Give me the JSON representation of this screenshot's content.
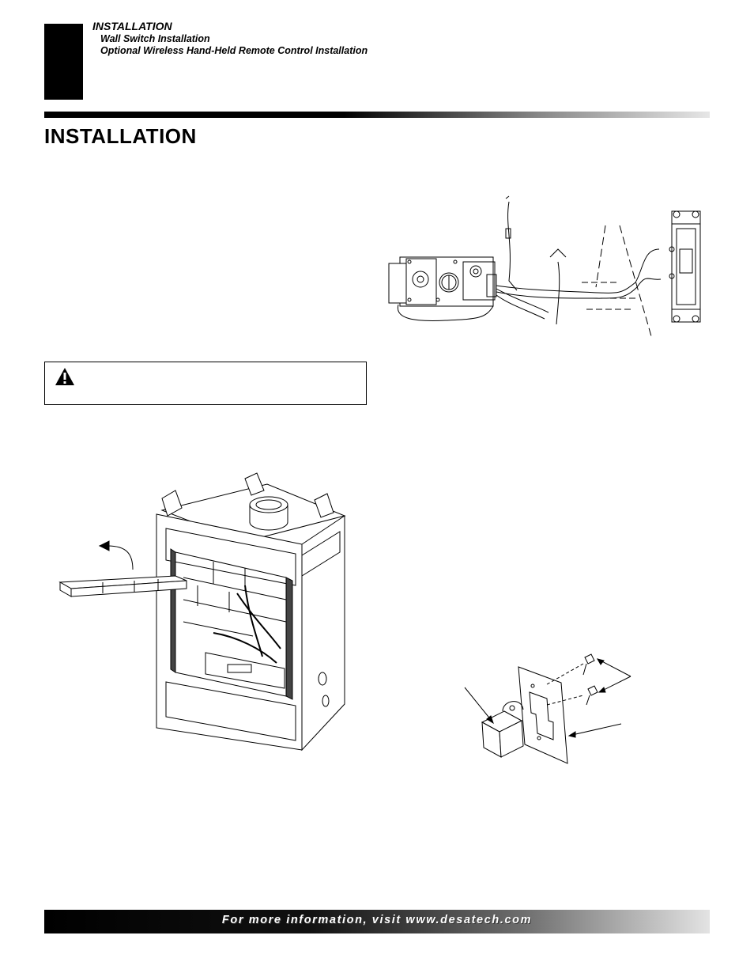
{
  "header": {
    "section": "INSTALLATION",
    "topics": [
      "Wall Switch Installation",
      "Optional Wireless Hand-Held Remote Control Installation"
    ]
  },
  "page_title": "INSTALLATION",
  "icons": {
    "warning": "warning-triangle-icon"
  },
  "footer": {
    "text": "For more information, visit www.desatech.com"
  },
  "colors": {
    "text": "#000000",
    "background": "#ffffff",
    "footer_text": "#ffffff"
  }
}
